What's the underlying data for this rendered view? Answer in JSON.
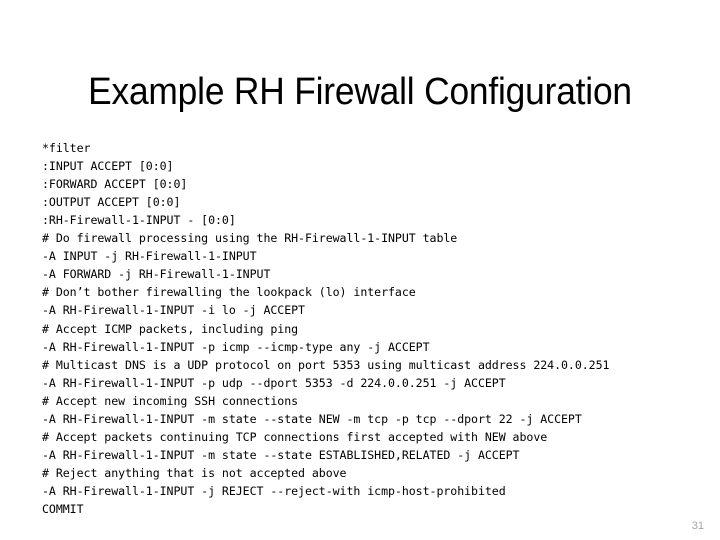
{
  "slide": {
    "title": "Example RH Firewall Configuration",
    "page_number": "31",
    "background_color": "#ffffff",
    "text_color": "#000000",
    "page_number_color": "#a6a6a6",
    "code_lines": [
      "*filter",
      ":INPUT ACCEPT [0:0]",
      ":FORWARD ACCEPT [0:0]",
      ":OUTPUT ACCEPT [0:0]",
      ":RH-Firewall-1-INPUT - [0:0]",
      "# Do firewall processing using the RH-Firewall-1-INPUT table",
      "-A INPUT -j RH-Firewall-1-INPUT",
      "-A FORWARD -j RH-Firewall-1-INPUT",
      "# Don’t bother firewalling the lookpack (lo) interface",
      "-A RH-Firewall-1-INPUT -i lo -j ACCEPT",
      "# Accept ICMP packets, including ping",
      "-A RH-Firewall-1-INPUT -p icmp --icmp-type any -j ACCEPT",
      "# Multicast DNS is a UDP protocol on port 5353 using multicast address 224.0.0.251",
      "-A RH-Firewall-1-INPUT -p udp --dport 5353 -d 224.0.0.251 -j ACCEPT",
      "# Accept new incoming SSH connections",
      "-A RH-Firewall-1-INPUT -m state --state NEW -m tcp -p tcp --dport 22 -j ACCEPT",
      "# Accept packets continuing TCP connections first accepted with NEW above",
      "-A RH-Firewall-1-INPUT -m state --state ESTABLISHED,RELATED -j ACCEPT",
      "# Reject anything that is not accepted above",
      "-A RH-Firewall-1-INPUT -j REJECT --reject-with icmp-host-prohibited",
      "COMMIT"
    ]
  }
}
